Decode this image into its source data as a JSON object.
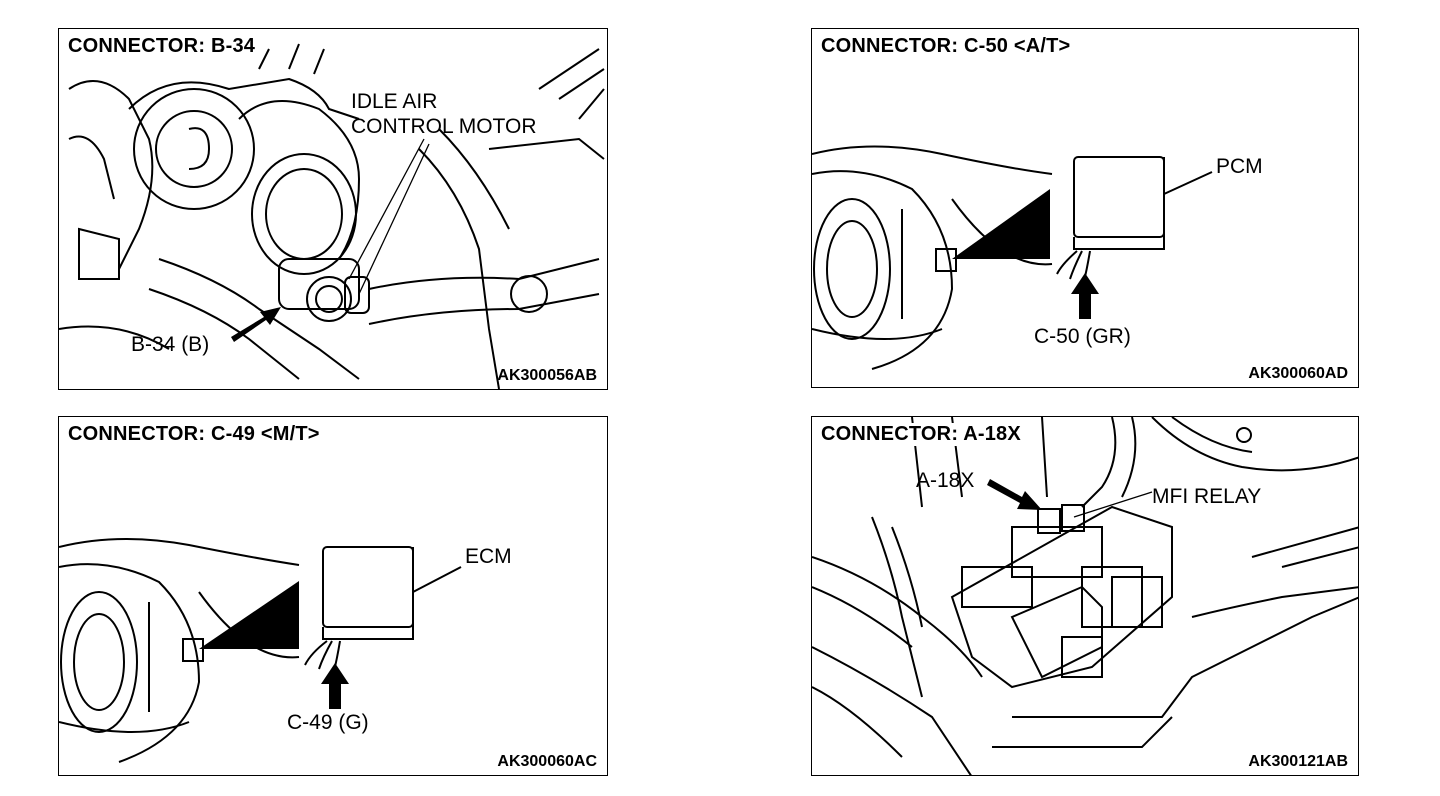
{
  "panels": [
    {
      "title": "CONNECTOR: B-34",
      "code": "AK300056AB",
      "labels": {
        "component_line1": "IDLE AIR",
        "component_line2": "CONTROL MOTOR",
        "connector": "B-34 (B)"
      }
    },
    {
      "title": "CONNECTOR: C-50 <A/T>",
      "code": "AK300060AD",
      "labels": {
        "component": "PCM",
        "connector": "C-50 (GR)"
      }
    },
    {
      "title": "CONNECTOR: C-49 <M/T>",
      "code": "AK300060AC",
      "labels": {
        "component": "ECM",
        "connector": "C-49 (G)"
      }
    },
    {
      "title": "CONNECTOR: A-18X",
      "code": "AK300121AB",
      "labels": {
        "connector": "A-18X",
        "component": "MFI RELAY"
      }
    }
  ]
}
